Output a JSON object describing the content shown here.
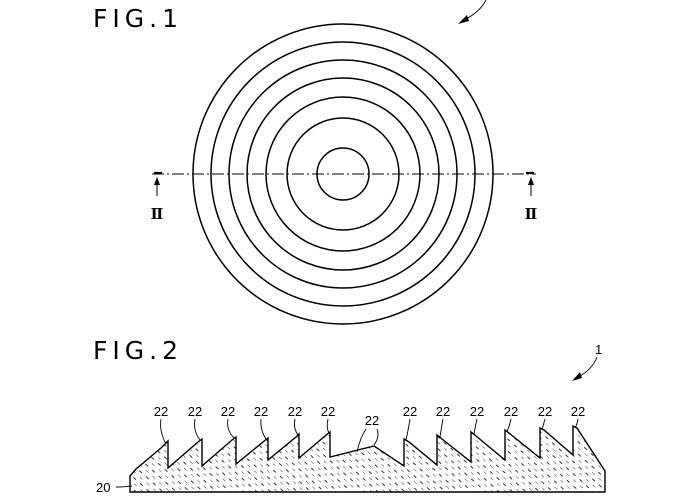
{
  "figures": [
    {
      "title": "FIG.1",
      "section_marks": [
        "Ⅱ",
        "Ⅱ"
      ]
    },
    {
      "title": "FIG.2",
      "reference_numerals": {
        "element": "1",
        "base": "20",
        "prism": "22"
      }
    }
  ],
  "colors": {
    "ink": "#000000",
    "paper": "#ffffff"
  }
}
